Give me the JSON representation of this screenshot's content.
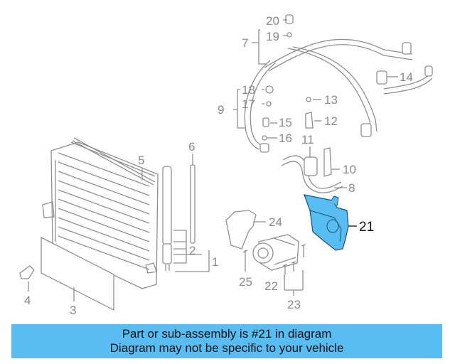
{
  "diagram": {
    "highlight_color": "#57bdf2",
    "callouts": {
      "c1": "1",
      "c2": "2",
      "c3": "3",
      "c4": "4",
      "c5": "5",
      "c6": "6",
      "c7": "7",
      "c8": "8",
      "c9": "9",
      "c10": "10",
      "c11": "11",
      "c12": "12",
      "c13": "13",
      "c14": "14",
      "c15": "15",
      "c16": "16",
      "c17": "17",
      "c18": "18",
      "c19": "19",
      "c20": "20",
      "c21": "21",
      "c22": "22",
      "c23": "23",
      "c24": "24",
      "c25": "25"
    }
  },
  "banner": {
    "line1": "Part or sub-assembly is #21 in diagram",
    "line2": "Diagram may not be specific to your vehicle",
    "color": "#57bdf2"
  }
}
